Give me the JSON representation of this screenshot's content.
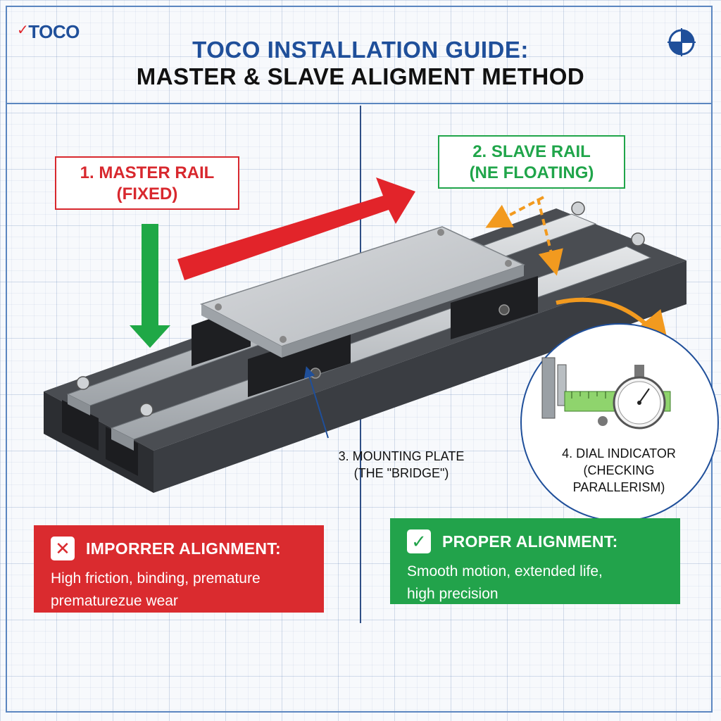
{
  "header": {
    "logo_text": "TOCO",
    "title_line1": "TOCO INSTALLATION GUIDE:",
    "title_line2": "MASTER & SLAVE ALIGMENT METHOD",
    "corner_icon": "target-crosshair-icon"
  },
  "labels": {
    "master_rail_line1": "1. MASTER RAIL",
    "master_rail_line2": "(FIXED)",
    "slave_rail_line1": "2. SLAVE RAIL",
    "slave_rail_line2": "(NE FLOATING)",
    "mounting_plate_line1": "3. MOUNTING PLATE",
    "mounting_plate_line2": "(THE \"BRIDGE\")",
    "dial_indicator_line1": "4. DIAL INDICATOR",
    "dial_indicator_line2": "(CHECKING",
    "dial_indicator_line3": "PARALLERISM)"
  },
  "panels": {
    "improper": {
      "icon": "x-mark-icon",
      "title": "IMPORRER ALIGNMENT:",
      "text_line1": "High friction, binding, premature",
      "text_line2": "prematurezue wear"
    },
    "proper": {
      "icon": "check-mark-icon",
      "title": "PROPER ALIGNMENT:",
      "text_line1": "Smooth motion, extended life,",
      "text_line2": "high precision"
    }
  },
  "colors": {
    "brand_blue": "#1f4f9a",
    "master_red": "#d8282e",
    "slave_green": "#20a54a",
    "accent_orange": "#f29a1f"
  }
}
